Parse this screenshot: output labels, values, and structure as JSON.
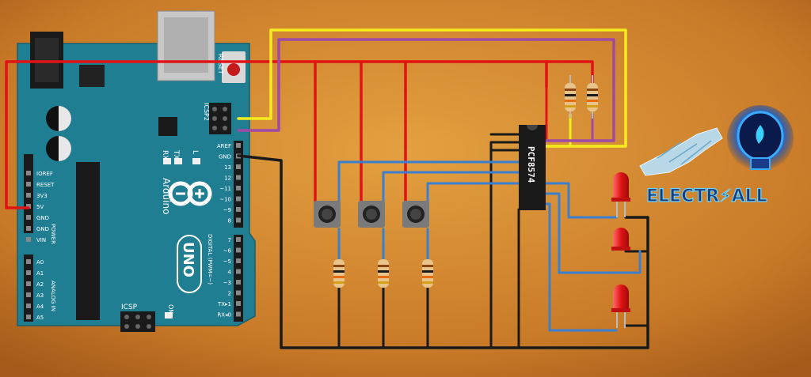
{
  "board": {
    "brand": "Arduino",
    "model": "UNO",
    "reset_label": "RESET",
    "icsp2_label": "ICSP2",
    "icsp_label": "ICSP",
    "led_l": "L",
    "led_tx": "TX",
    "led_rx": "RX",
    "led_on": "ON",
    "power_label": "POWER",
    "analog_label": "ANALOG IN",
    "digital_label": "DIGITAL (PWM=~)",
    "power_pins": [
      "IOREF",
      "RESET",
      "3V3",
      "5V",
      "GND",
      "GND",
      "VIN"
    ],
    "analog_pins": [
      "A0",
      "A1",
      "A2",
      "A3",
      "A4",
      "A5"
    ],
    "digital_top": [
      "AREF",
      "GND",
      "13",
      "12",
      "~11",
      "~10",
      "~9",
      "8"
    ],
    "digital_bottom": [
      "7",
      "~6",
      "~5",
      "4",
      "~3",
      "2",
      "TX▸1",
      "RX◂0"
    ]
  },
  "chip": {
    "label": "PCF8574"
  },
  "logo": {
    "text": "ELECTR⚡ALL"
  },
  "colors": {
    "background": "#c9802e",
    "board": "#1f7e92",
    "wire_5v": "#e01414",
    "wire_gnd": "#1a1a1a",
    "wire_sda": "#f4ec1c",
    "wire_scl": "#a04aa8",
    "wire_signal": "#3a7fd0",
    "led": "#e02020"
  }
}
